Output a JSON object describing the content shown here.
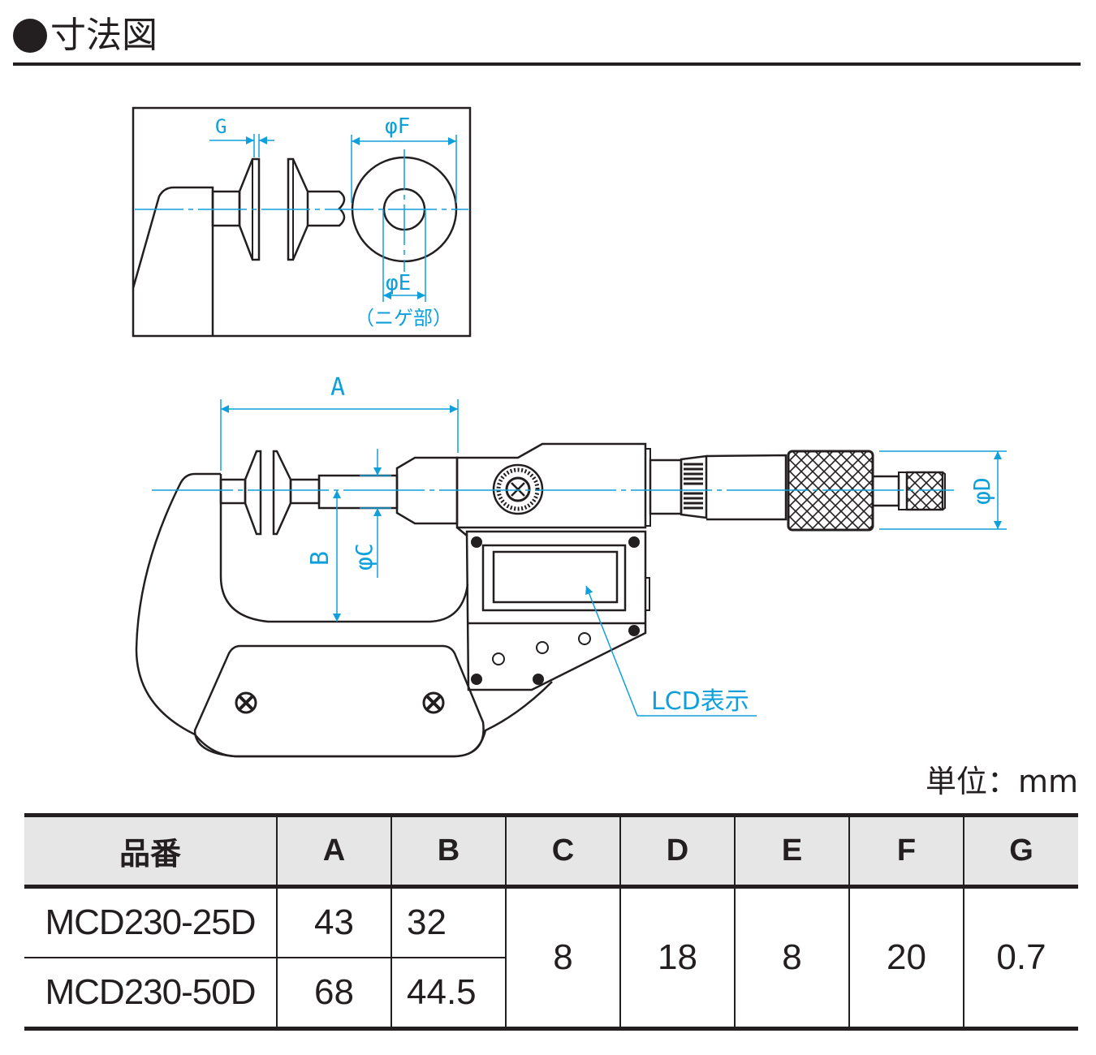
{
  "header": {
    "bullet_icon": "filled-circle",
    "title": "寸法図"
  },
  "detail_view": {
    "labels": {
      "g": "G",
      "phi_f": "φF",
      "phi_e": "φE",
      "relief": "（ニゲ部）"
    }
  },
  "main_view": {
    "labels": {
      "a": "A",
      "b": "B",
      "phi_c": "φC",
      "phi_d": "φD",
      "lcd": "LCD表示"
    }
  },
  "colors": {
    "line": "#231f20",
    "dimension": "#0fa0dc",
    "table_header_bg": "#e6e6e7"
  },
  "unit_label": "単位：mm",
  "table": {
    "headers": [
      "品番",
      "A",
      "B",
      "C",
      "D",
      "E",
      "F",
      "G"
    ],
    "rows": [
      {
        "model": "MCD230-25D",
        "a": "43",
        "b": "32"
      },
      {
        "model": "MCD230-50D",
        "a": "68",
        "b": "44.5"
      }
    ],
    "shared": {
      "c": "8",
      "d": "18",
      "e": "8",
      "f": "20",
      "g": "0.7"
    }
  }
}
